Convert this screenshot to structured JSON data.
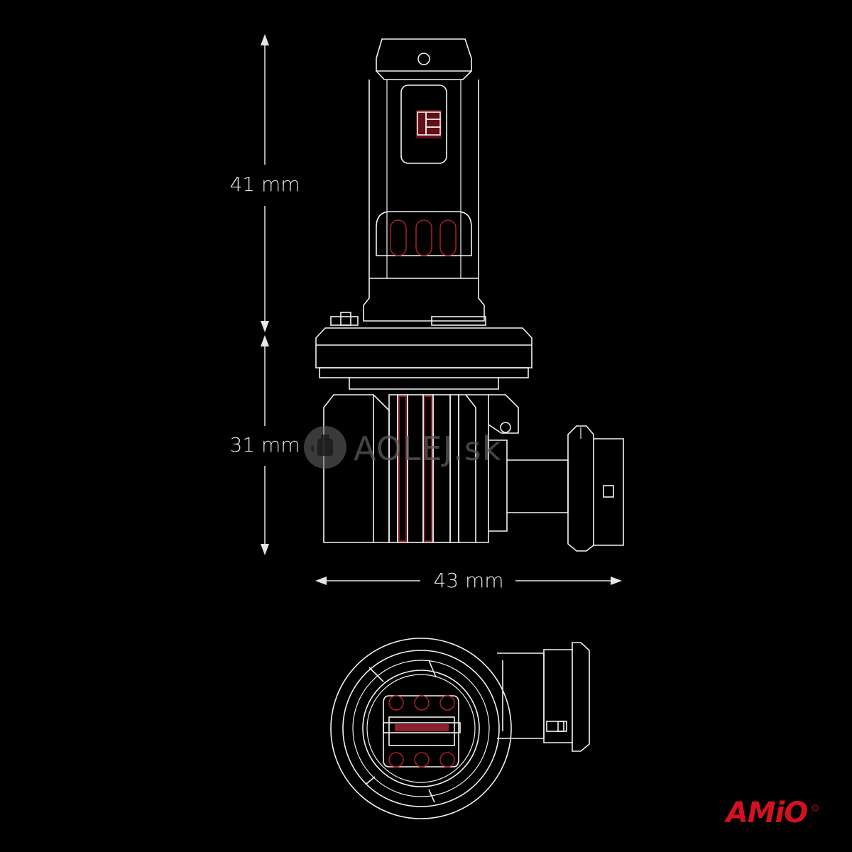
{
  "dimensions": {
    "upper_height": "41 mm",
    "lower_height": "31 mm",
    "width": "43 mm"
  },
  "watermark": {
    "text": "AOLEJ.sk",
    "icon": "oil-can-icon"
  },
  "brand": {
    "logo_text": "AMiO",
    "color": "#d3121f"
  },
  "colors": {
    "background": "#000000",
    "outline": "#f2f2f2",
    "accent_red": "#b01e2a"
  }
}
